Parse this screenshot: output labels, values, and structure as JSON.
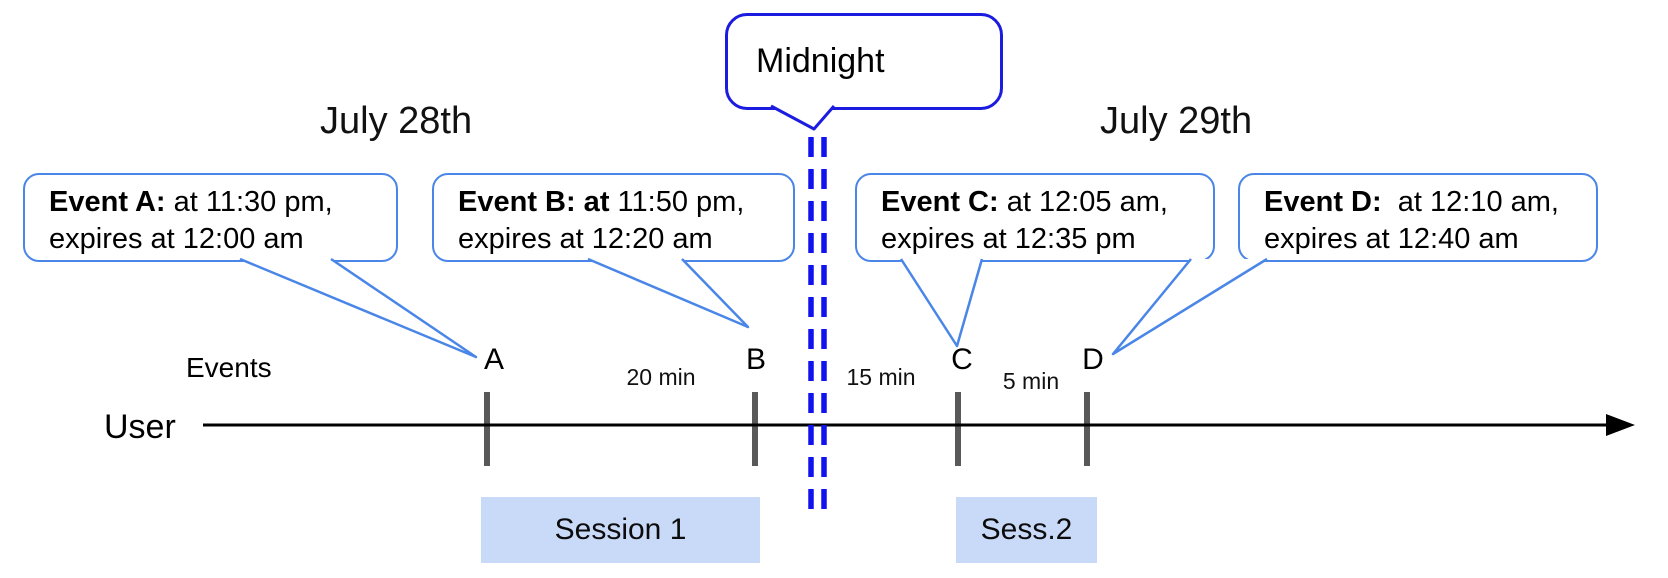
{
  "dates": {
    "left": "July 28th",
    "right": "July 29th"
  },
  "midnight": {
    "label": "Midnight"
  },
  "events": [
    {
      "id": "A",
      "bold": "Event A:",
      "line1_rest": " at 11:30 pm,",
      "line2": "expires at 12:00 am"
    },
    {
      "id": "B",
      "bold": "Event B: at",
      "line1_rest": " 11:50 pm,",
      "line2": "expires at 12:20 am"
    },
    {
      "id": "C",
      "bold": "Event C:",
      "line1_rest": " at 12:05 am,",
      "line2": "expires at 12:35 pm"
    },
    {
      "id": "D",
      "bold": "Event D:",
      "line1_rest": "  at 12:10 am,",
      "line2": "expires at 12:40 am"
    }
  ],
  "timeline": {
    "events_label": "Events",
    "row_label": "User",
    "ticks": [
      "A",
      "B",
      "C",
      "D"
    ],
    "intervals": [
      "20 min",
      "15 min",
      "5 min"
    ]
  },
  "sessions": [
    {
      "label": "Session 1"
    },
    {
      "label": "Sess.2"
    }
  ],
  "colors": {
    "event_border": "#4a86e8",
    "midnight_border": "#1c1ce0",
    "dash_blue": "#1212ee",
    "session_fill": "#c9daf8",
    "tick_gray": "#595959",
    "axis_black": "#000000",
    "text": "#000000"
  }
}
